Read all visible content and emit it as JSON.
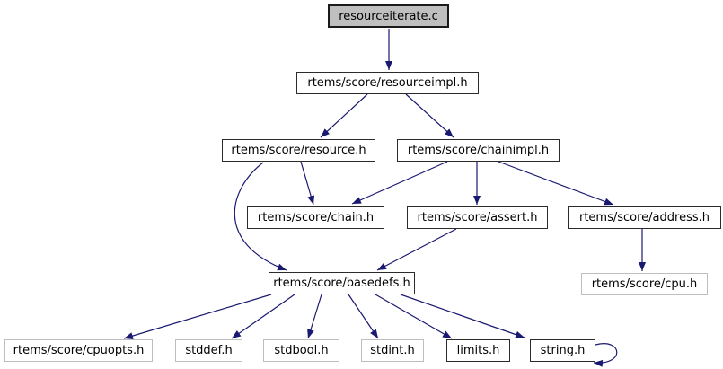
{
  "diagram": {
    "kind": "include-dependency-graph",
    "colors": {
      "edge": "#191970",
      "root_fill": "#bfbfbf",
      "node_fill": "#ffffff",
      "node_border": "#2b2b2b",
      "external_node_border": "#bebebe",
      "text": "#000000"
    },
    "nodes": [
      {
        "id": "resourceiterate.c",
        "label": "resourceiterate.c",
        "kind": "root-source-file"
      },
      {
        "id": "rtems/score/resourceimpl.h",
        "label": "rtems/score/resourceimpl.h",
        "kind": "linked-header"
      },
      {
        "id": "rtems/score/resource.h",
        "label": "rtems/score/resource.h",
        "kind": "linked-header"
      },
      {
        "id": "rtems/score/chainimpl.h",
        "label": "rtems/score/chainimpl.h",
        "kind": "linked-header"
      },
      {
        "id": "rtems/score/chain.h",
        "label": "rtems/score/chain.h",
        "kind": "linked-header"
      },
      {
        "id": "rtems/score/assert.h",
        "label": "rtems/score/assert.h",
        "kind": "linked-header"
      },
      {
        "id": "rtems/score/address.h",
        "label": "rtems/score/address.h",
        "kind": "linked-header"
      },
      {
        "id": "rtems/score/basedefs.h",
        "label": "rtems/score/basedefs.h",
        "kind": "linked-header"
      },
      {
        "id": "rtems/score/cpu.h",
        "label": "rtems/score/cpu.h",
        "kind": "external-header"
      },
      {
        "id": "rtems/score/cpuopts.h",
        "label": "rtems/score/cpuopts.h",
        "kind": "external-header"
      },
      {
        "id": "stddef.h",
        "label": "stddef.h",
        "kind": "external-header"
      },
      {
        "id": "stdbool.h",
        "label": "stdbool.h",
        "kind": "external-header"
      },
      {
        "id": "stdint.h",
        "label": "stdint.h",
        "kind": "external-header"
      },
      {
        "id": "limits.h",
        "label": "limits.h",
        "kind": "linked-header"
      },
      {
        "id": "string.h",
        "label": "string.h",
        "kind": "linked-header"
      }
    ],
    "edges": [
      {
        "from": "resourceiterate.c",
        "to": "rtems/score/resourceimpl.h"
      },
      {
        "from": "rtems/score/resourceimpl.h",
        "to": "rtems/score/resource.h"
      },
      {
        "from": "rtems/score/resourceimpl.h",
        "to": "rtems/score/chainimpl.h"
      },
      {
        "from": "rtems/score/resource.h",
        "to": "rtems/score/chain.h"
      },
      {
        "from": "rtems/score/resource.h",
        "to": "rtems/score/basedefs.h"
      },
      {
        "from": "rtems/score/chainimpl.h",
        "to": "rtems/score/chain.h"
      },
      {
        "from": "rtems/score/chainimpl.h",
        "to": "rtems/score/assert.h"
      },
      {
        "from": "rtems/score/chainimpl.h",
        "to": "rtems/score/address.h"
      },
      {
        "from": "rtems/score/assert.h",
        "to": "rtems/score/basedefs.h"
      },
      {
        "from": "rtems/score/address.h",
        "to": "rtems/score/cpu.h"
      },
      {
        "from": "rtems/score/basedefs.h",
        "to": "rtems/score/cpuopts.h"
      },
      {
        "from": "rtems/score/basedefs.h",
        "to": "stddef.h"
      },
      {
        "from": "rtems/score/basedefs.h",
        "to": "stdbool.h"
      },
      {
        "from": "rtems/score/basedefs.h",
        "to": "stdint.h"
      },
      {
        "from": "rtems/score/basedefs.h",
        "to": "limits.h"
      },
      {
        "from": "rtems/score/basedefs.h",
        "to": "string.h"
      },
      {
        "from": "string.h",
        "to": "string.h"
      }
    ]
  }
}
